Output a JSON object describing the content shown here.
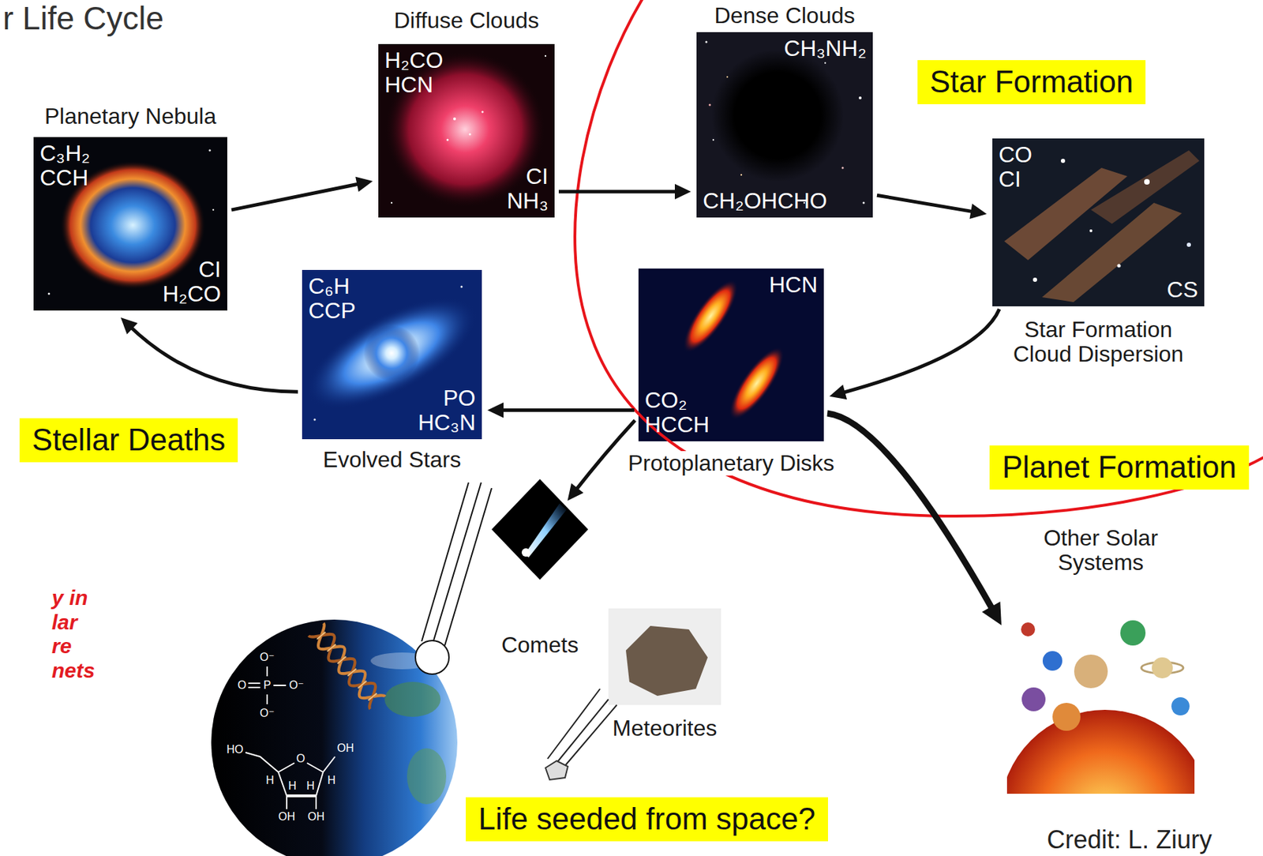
{
  "diagram": {
    "title": "r Life Cycle",
    "nodes": [
      {
        "text": [
          "Planetary Nebula",
          "C₃H₂ CCH",
          "CI H₂CO"
        ]
      },
      {
        "text": [
          "Diffuse Clouds",
          "H₂CO HCN",
          "CI NH₃"
        ]
      },
      {
        "text": [
          "Dense Clouds",
          "CH₃NH₂",
          "CH₂OHCHO"
        ]
      },
      {
        "text": [
          "Star Formation"
        ]
      },
      {
        "text": [
          "CO CI",
          "CS",
          "Star Formation Cloud Dispersion"
        ]
      },
      {
        "text": [
          "C₆H CCP",
          "PO HC₃N",
          "Evolved Stars"
        ]
      },
      {
        "text": [
          "HCN",
          "CO₂ HCCH",
          "Protoplanetary Disks"
        ]
      },
      {
        "text": [
          "Stellar Deaths"
        ]
      },
      {
        "text": [
          "Planet Formation"
        ]
      },
      {
        "text": [
          "Other Solar Systems"
        ]
      },
      {
        "text": [
          "Comets"
        ]
      },
      {
        "text": [
          "Meteorites"
        ]
      },
      {
        "text": [
          "Life seeded from space?"
        ]
      }
    ],
    "edges": [
      {
        "from": 0,
        "to": 1,
        "arrow": "to"
      },
      {
        "from": 1,
        "to": 2,
        "arrow": "to"
      },
      {
        "from": 2,
        "to": 4,
        "arrow": "to"
      },
      {
        "from": 4,
        "to": 6,
        "arrow": "to"
      },
      {
        "from": 6,
        "to": 5,
        "arrow": "to"
      },
      {
        "from": 5,
        "to": 0,
        "arrow": "to"
      },
      {
        "from": 6,
        "to": 10,
        "arrow": "to"
      },
      {
        "from": 6,
        "to": 9,
        "arrow": "to"
      }
    ],
    "labels": [
      "y in lar re nets",
      "Credit: L. Ziury",
      "O⁻",
      "O",
      "P",
      "O⁻",
      "O⁻",
      "HO",
      "O",
      "OH",
      "H",
      "H",
      "H",
      "H",
      "OH",
      "OH"
    ]
  }
}
